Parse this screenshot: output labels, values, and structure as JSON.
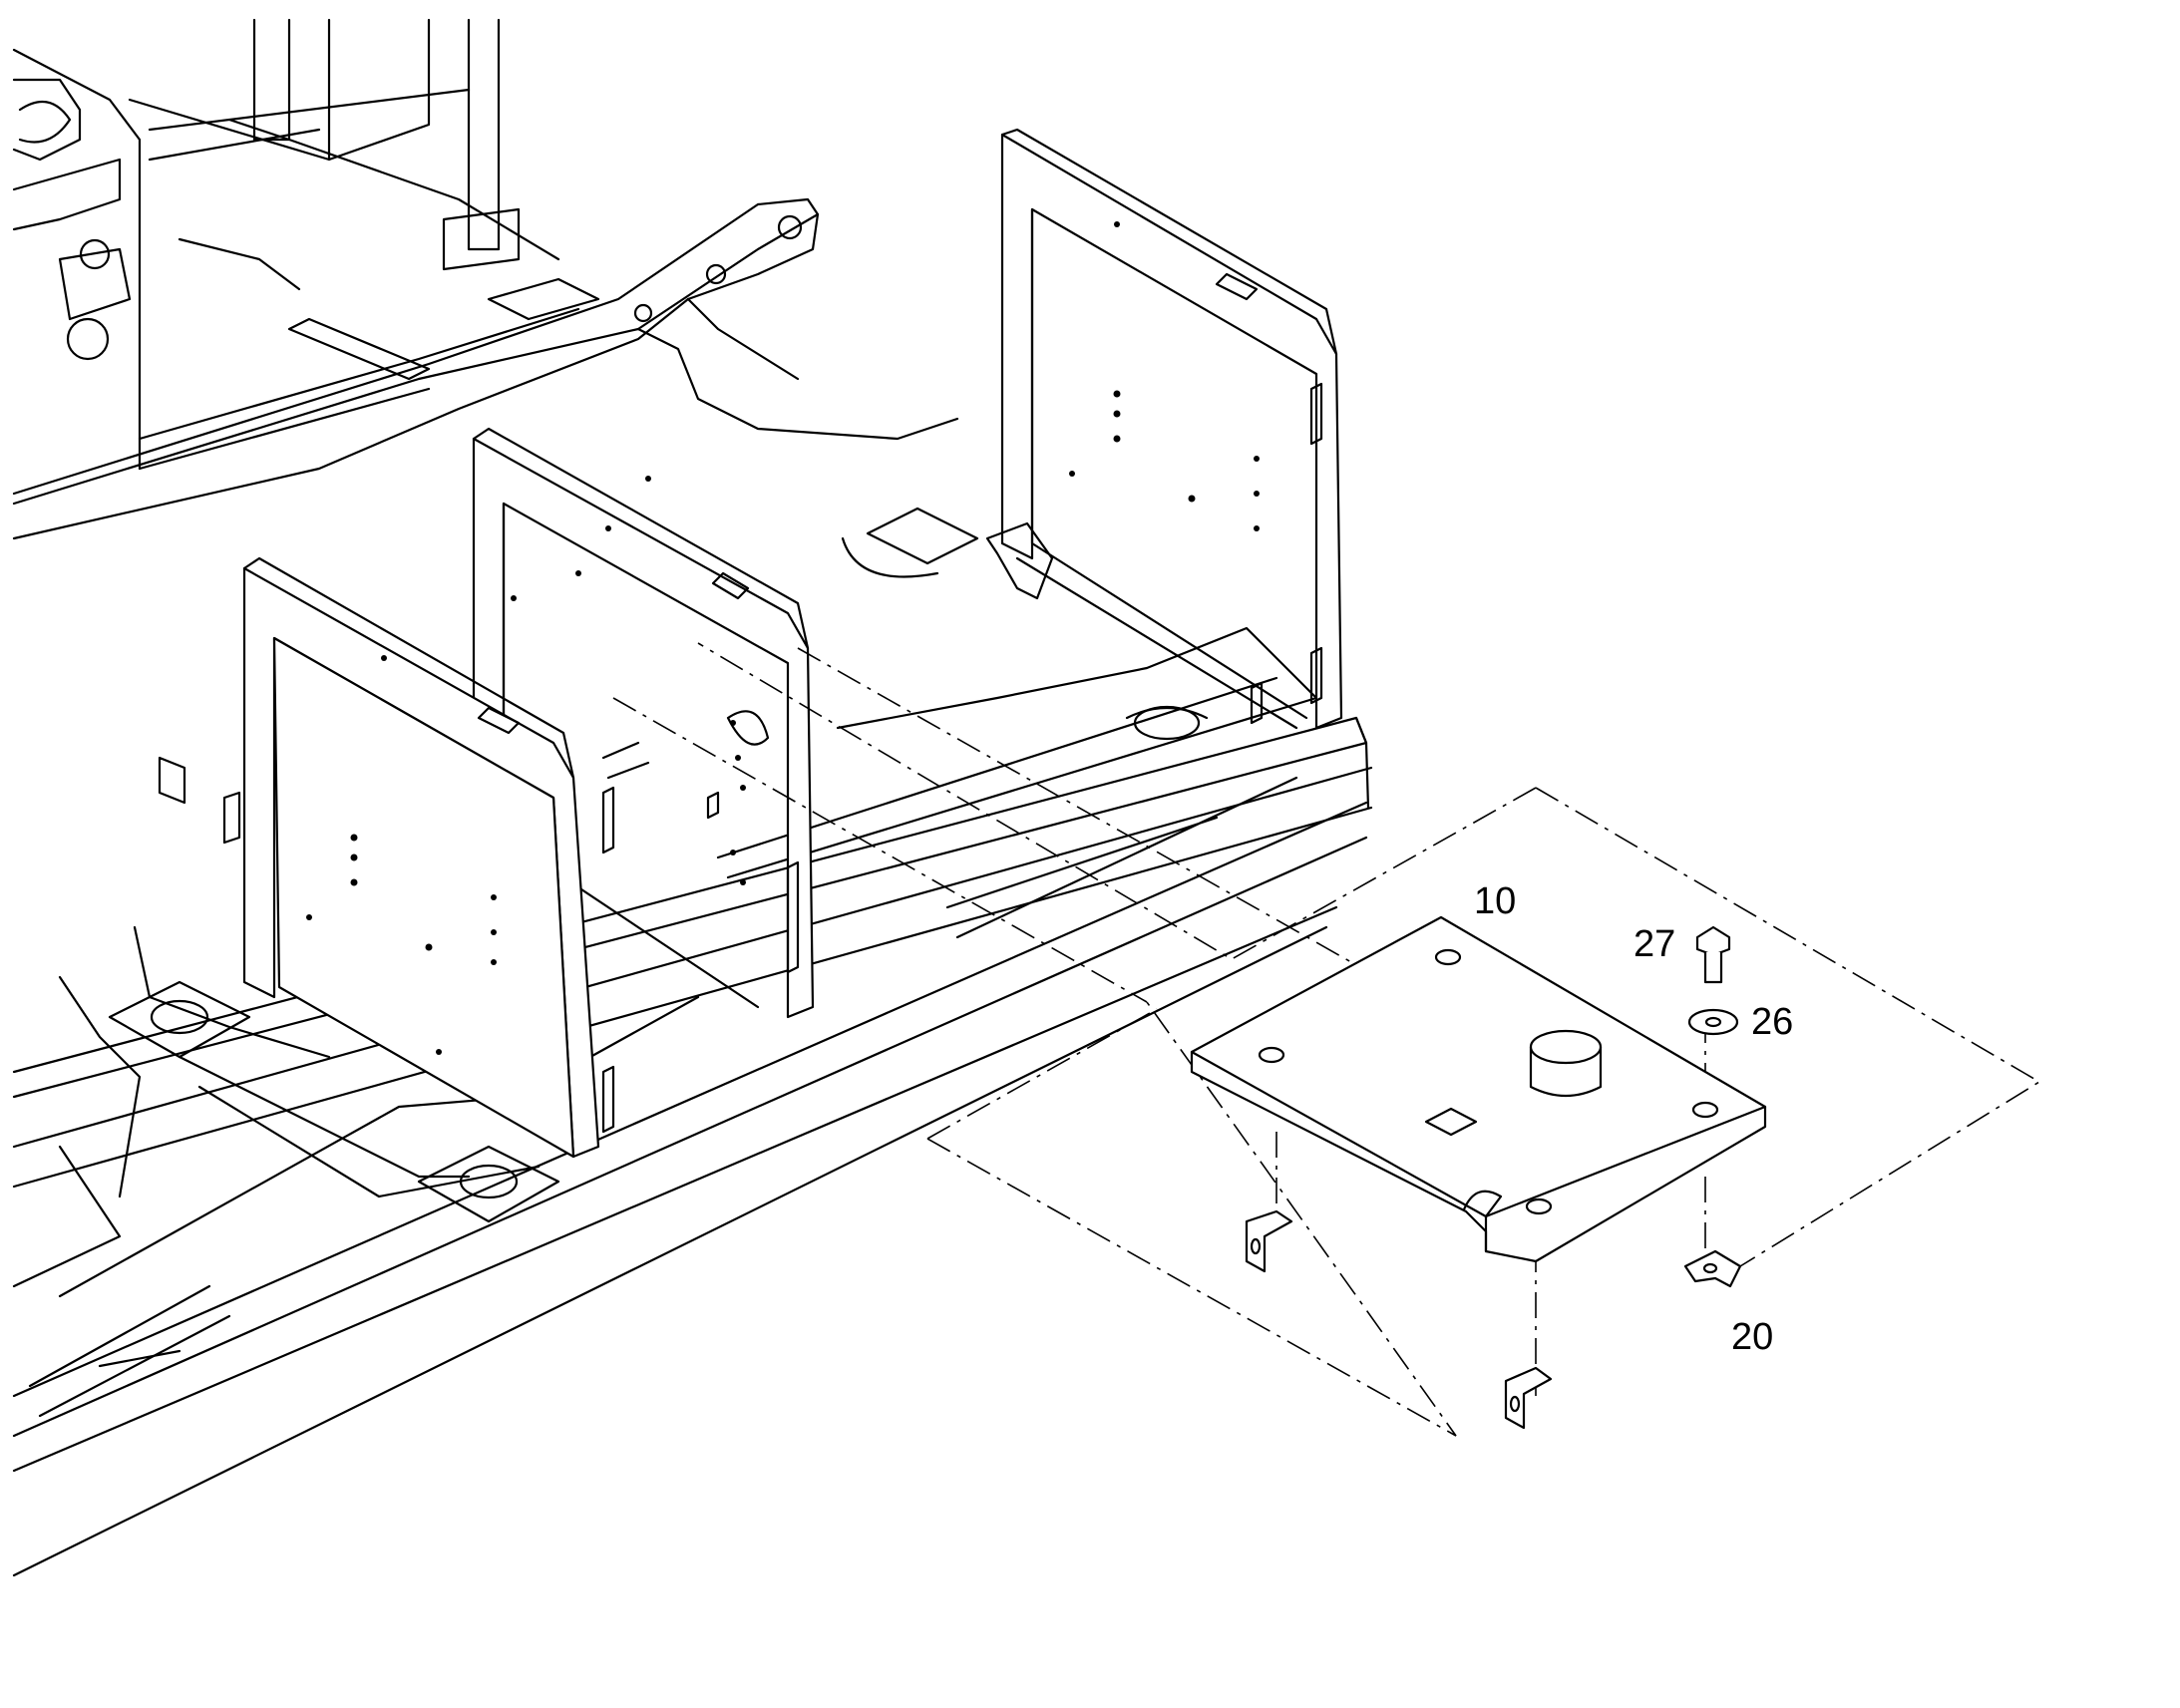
{
  "callouts": {
    "c10": "10",
    "c27": "27",
    "c26": "26",
    "c20": "20"
  },
  "colors": {
    "line": "#000000",
    "background": "#ffffff"
  }
}
